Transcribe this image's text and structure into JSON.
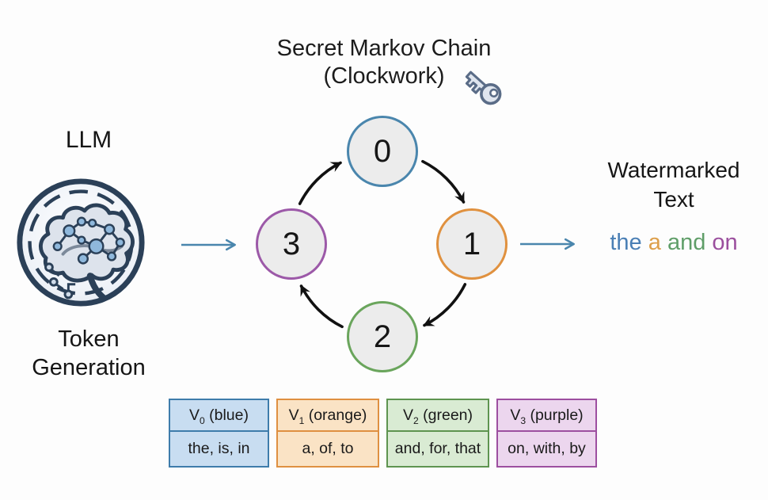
{
  "title": {
    "line1": "Secret Markov Chain",
    "line2": "(Clockwork)"
  },
  "llm": {
    "label": "LLM",
    "caption_line1": "Token",
    "caption_line2": "Generation"
  },
  "chain": {
    "nodes": [
      {
        "id": "0",
        "border": "#4a86ad"
      },
      {
        "id": "1",
        "border": "#e0913f"
      },
      {
        "id": "2",
        "border": "#6aa55c"
      },
      {
        "id": "3",
        "border": "#9c59a8"
      }
    ]
  },
  "output": {
    "title_line1": "Watermarked",
    "title_line2": "Text",
    "tokens": [
      {
        "text": "the",
        "color": "#4a7fb5"
      },
      {
        "text": "a",
        "color": "#dd9f4a"
      },
      {
        "text": "and",
        "color": "#5f9e68"
      },
      {
        "text": "on",
        "color": "#9b4f9e"
      }
    ]
  },
  "legend": {
    "sets": [
      {
        "symbol": "V",
        "subscript": "0",
        "suffix": " (blue)",
        "words": "the, is, in",
        "border": "#3e7cab",
        "fill": "#c8ddf1"
      },
      {
        "symbol": "V",
        "subscript": "1",
        "suffix": " (orange)",
        "words": "a, of, to",
        "border": "#df9041",
        "fill": "#fae3c5"
      },
      {
        "symbol": "V",
        "subscript": "2",
        "suffix": " (green)",
        "words": "and, for, that",
        "border": "#5e9450",
        "fill": "#d9ebd3"
      },
      {
        "symbol": "V",
        "subscript": "3",
        "suffix": " (purple)",
        "words": "on, with, by",
        "border": "#9d4fa0",
        "fill": "#ecd6ee"
      }
    ]
  },
  "colors": {
    "arrow_blue": "#4a86ad",
    "arrow_black": "#111111",
    "node_fill": "#ececec",
    "logo_navy": "#2b4058",
    "logo_node_blue": "#8fb8dc",
    "key_outline": "#5a6c87",
    "key_fill": "#dfe5ee"
  },
  "icons": {
    "key": "key-icon",
    "llm_logo": "brain-network-icon"
  }
}
